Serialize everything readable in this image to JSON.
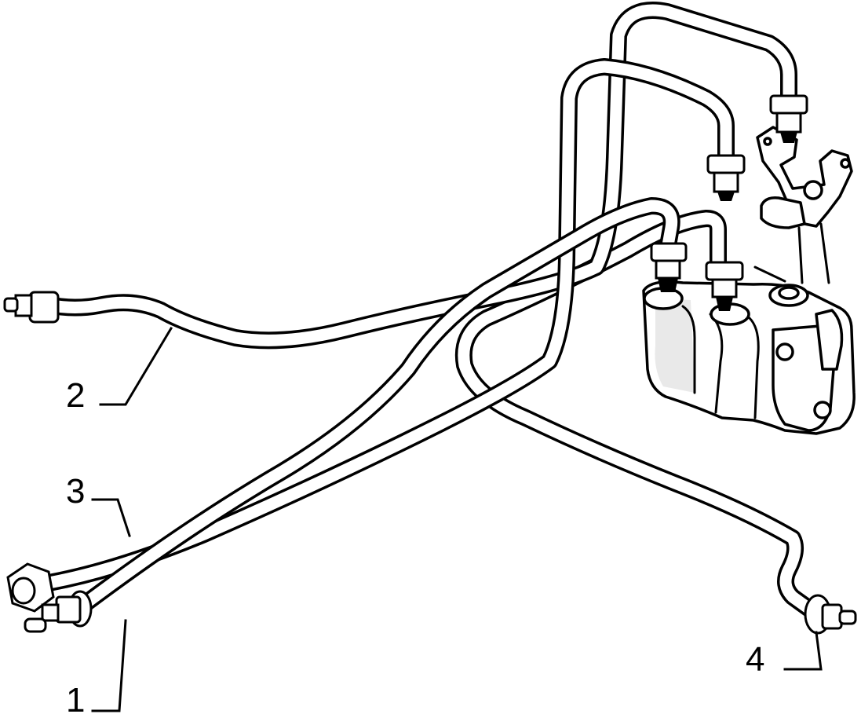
{
  "callouts": [
    {
      "id": "1",
      "label": "1"
    },
    {
      "id": "2",
      "label": "2"
    },
    {
      "id": "3",
      "label": "3"
    },
    {
      "id": "4",
      "label": "4"
    }
  ],
  "colors": {
    "line": "#000000",
    "background": "#ffffff",
    "shade": "#e9e9e9"
  },
  "icons": [
    "fuel-injection-pump",
    "pipe-fitting-nut",
    "injector-nozzle-end"
  ]
}
